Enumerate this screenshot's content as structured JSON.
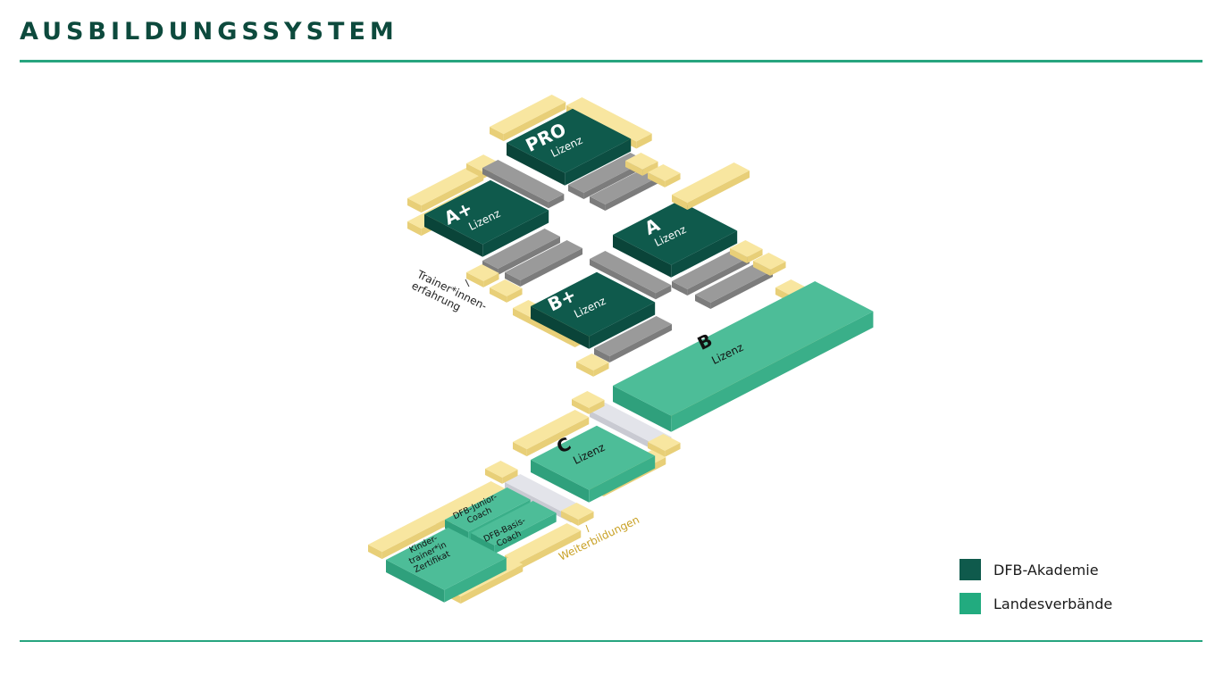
{
  "header": {
    "title": "AUSBILDUNGSSYSTEM"
  },
  "colors": {
    "dfb_top": "#0f5a4c",
    "dfb_side_left": "#0a4439",
    "dfb_side_right": "#0c4e42",
    "lv_top": "#4dbd98",
    "lv_side_left": "#2fa07c",
    "lv_side_right": "#3aaf89",
    "yellow_top": "#f8e6a0",
    "yellow_side": "#e8cf78",
    "grey_top": "#9a9a9a",
    "grey_side": "#7c7c7c",
    "light_top": "#e3e4ea",
    "light_side": "#c9cad2",
    "accent_rule": "#27a57f",
    "title_color": "#0d4a3d",
    "annotation_color": "#c9a227"
  },
  "blocks": {
    "pro": {
      "big": "PRO",
      "small": "Lizenz",
      "org": "DFB-Akademie"
    },
    "a_plus": {
      "big": "A+",
      "small": "Lizenz",
      "org": "DFB-Akademie"
    },
    "a": {
      "big": "A",
      "small": "Lizenz",
      "org": "DFB-Akademie"
    },
    "b_plus": {
      "big": "B+",
      "small": "Lizenz",
      "org": "DFB-Akademie"
    },
    "b": {
      "big": "B",
      "small": "Lizenz",
      "org": "Landesverbände"
    },
    "c": {
      "big": "C",
      "small": "Lizenz",
      "org": "Landesverbände"
    },
    "junior": {
      "line1": "DFB-Junior-",
      "line2": "Coach",
      "org": "Landesverbände"
    },
    "basis": {
      "line1": "DFB-Basis-",
      "line2": "Coach",
      "org": "Landesverbände"
    },
    "kinder": {
      "line1": "Kinder-",
      "line2": "trainer*in",
      "line3": "Zertifikat",
      "org": "Landesverbände"
    }
  },
  "annotations": {
    "trainer_line1": "Trainer*innen-",
    "trainer_line2": "erfahrung",
    "weiterbildungen": "Weiterbildungen"
  },
  "legend": [
    {
      "label": "DFB-Akademie",
      "color": "#0f5a4c"
    },
    {
      "label": "Landesverbände",
      "color": "#22ab7f"
    }
  ]
}
